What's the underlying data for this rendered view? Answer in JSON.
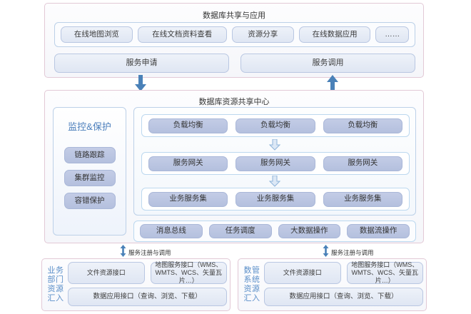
{
  "top": {
    "title": "数据库共享与应用",
    "apps": [
      {
        "label": "在线地图浏览",
        "flex": 1.22
      },
      {
        "label": "在线文档资料查看",
        "flex": 1.52
      },
      {
        "label": "资源分享",
        "flex": 1.05
      },
      {
        "label": "在线数据应用",
        "flex": 1.22
      },
      {
        "label": "……",
        "flex": 0.55
      }
    ],
    "services": [
      {
        "label": "服务申请"
      },
      {
        "label": "服务调用"
      }
    ]
  },
  "connectors": {
    "down_arrow": "down-arrow",
    "up_arrow": "up-arrow",
    "inner_down_arrow": "hollow-down-arrow"
  },
  "middle": {
    "title": "数据库资源共享中心",
    "monitor": {
      "title": "监控&保护",
      "items": [
        {
          "label": "链路跟踪"
        },
        {
          "label": "集群监控"
        },
        {
          "label": "容错保护"
        }
      ]
    },
    "tiers": [
      {
        "name": "load-balancer",
        "items": [
          "负载均衡",
          "负载均衡",
          "负载均衡"
        ]
      },
      {
        "name": "service-gateway",
        "items": [
          "服务网关",
          "服务网关",
          "服务网关"
        ]
      },
      {
        "name": "business-service-set",
        "items": [
          "业务服务集",
          "业务服务集",
          "业务服务集"
        ]
      }
    ],
    "bus": [
      {
        "label": "消息总线"
      },
      {
        "label": "任务调度"
      },
      {
        "label": "大数据操作"
      },
      {
        "label": "数据流操作"
      }
    ]
  },
  "register": {
    "left_label": "服务注册与调用",
    "right_label": "服务注册与调用"
  },
  "bottom": {
    "left": {
      "vlabel_lines": [
        "业务",
        "部门",
        "资源",
        "汇入"
      ],
      "file_interface": "文件资源接口",
      "map_interface": "地图服务接口（WMS、\nWMTS、WCS、矢量瓦片…）",
      "data_app_interface": "数据应用接口（查询、浏览、下载）"
    },
    "right": {
      "vlabel_lines": [
        "数管",
        "系统",
        "资源",
        "汇入"
      ],
      "file_interface": "文件资源接口",
      "map_interface": "地图服务接口（WMS、\nWMTS、WCS、矢量瓦片…）",
      "data_app_interface": "数据应用接口（查询、浏览、下载）"
    }
  },
  "colors": {
    "arrow_solid": "#4a81b8",
    "arrow_hollow_fill": "#dce8f6",
    "arrow_hollow_stroke": "#8fb4da",
    "pill_border": "#b9c7e2",
    "pill_solid": "#b4c0de",
    "panel_border": "#e2c9d6",
    "accent_text": "#4a7ebb"
  }
}
